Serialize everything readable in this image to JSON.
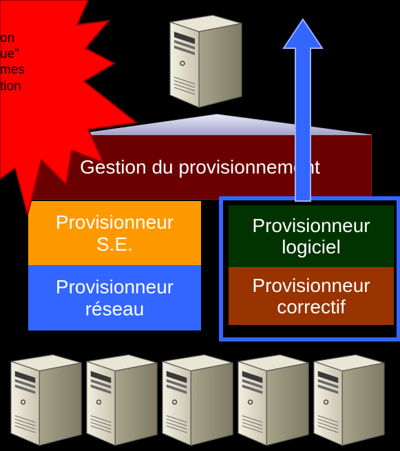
{
  "diagram": {
    "gestion_label": "Gestion du provisionnement",
    "provisioners": [
      {
        "line1": "Provisionneur",
        "line2": "S.E.",
        "color": "#FF9900"
      },
      {
        "line1": "Provisionneur",
        "line2": "réseau",
        "color": "#3366FF"
      },
      {
        "line1": "Provisionneur",
        "line2": "logiciel",
        "color": "#003300"
      },
      {
        "line1": "Provisionneur",
        "line2": "correctif",
        "color": "#993300"
      }
    ],
    "burst_lines": [
      "on",
      "ue”",
      "mes",
      "tion"
    ],
    "colors": {
      "background": "#000000",
      "gestion": "#6B0000",
      "burst": "#FF0000",
      "arrow": "#3366FF",
      "highlight_border": "#3366FF",
      "triangle": "#C9CCE8"
    },
    "icons": {
      "top_server": "server-tower-icon",
      "bottom_servers": "server-tower-icon"
    }
  }
}
